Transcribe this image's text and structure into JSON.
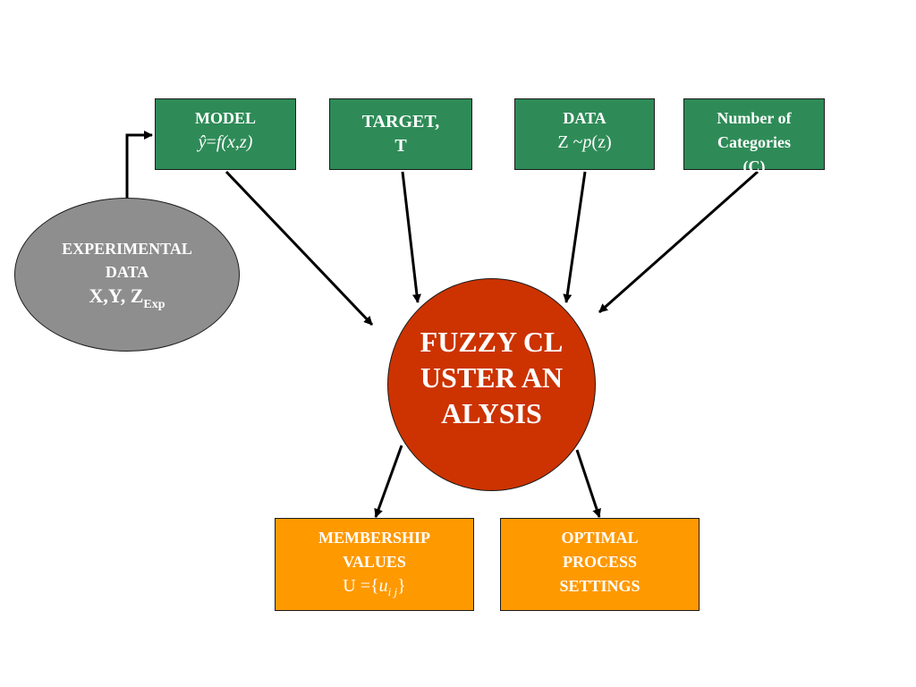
{
  "diagram": {
    "model": {
      "title": "MODEL",
      "formula_yhat": "ŷ",
      "formula_eq": "=",
      "formula_f": "f",
      "formula_args": "(x,z)"
    },
    "target": {
      "line1": "TARGET,",
      "line2": "T"
    },
    "data": {
      "title": "DATA",
      "formula_z": "Z ~",
      "formula_p": "p",
      "formula_args": "(z)"
    },
    "categories": {
      "line1": "Number of",
      "line2": "Categories",
      "line3": "(C)"
    },
    "experimental": {
      "line1": "EXPERIMENTAL",
      "line2": "DATA",
      "line3": "X,Y, Z",
      "line3_sub": "Exp"
    },
    "fuzzy": {
      "text": "FUZZY CLUSTER ANALYSIS"
    },
    "membership": {
      "line1": "MEMBERSHIP",
      "line2": "VALUES",
      "formula_u": "U =",
      "formula_open": "{",
      "formula_var": "u",
      "formula_sub": "i j",
      "formula_close": "}"
    },
    "optimal": {
      "line1": "OPTIMAL",
      "line2": "PROCESS",
      "line3": "SETTINGS"
    }
  },
  "colors": {
    "input_box": "#2e8b57",
    "output_box": "#ff9900",
    "experimental_ellipse": "#8e8e8e",
    "fuzzy_circle": "#cc3300"
  }
}
